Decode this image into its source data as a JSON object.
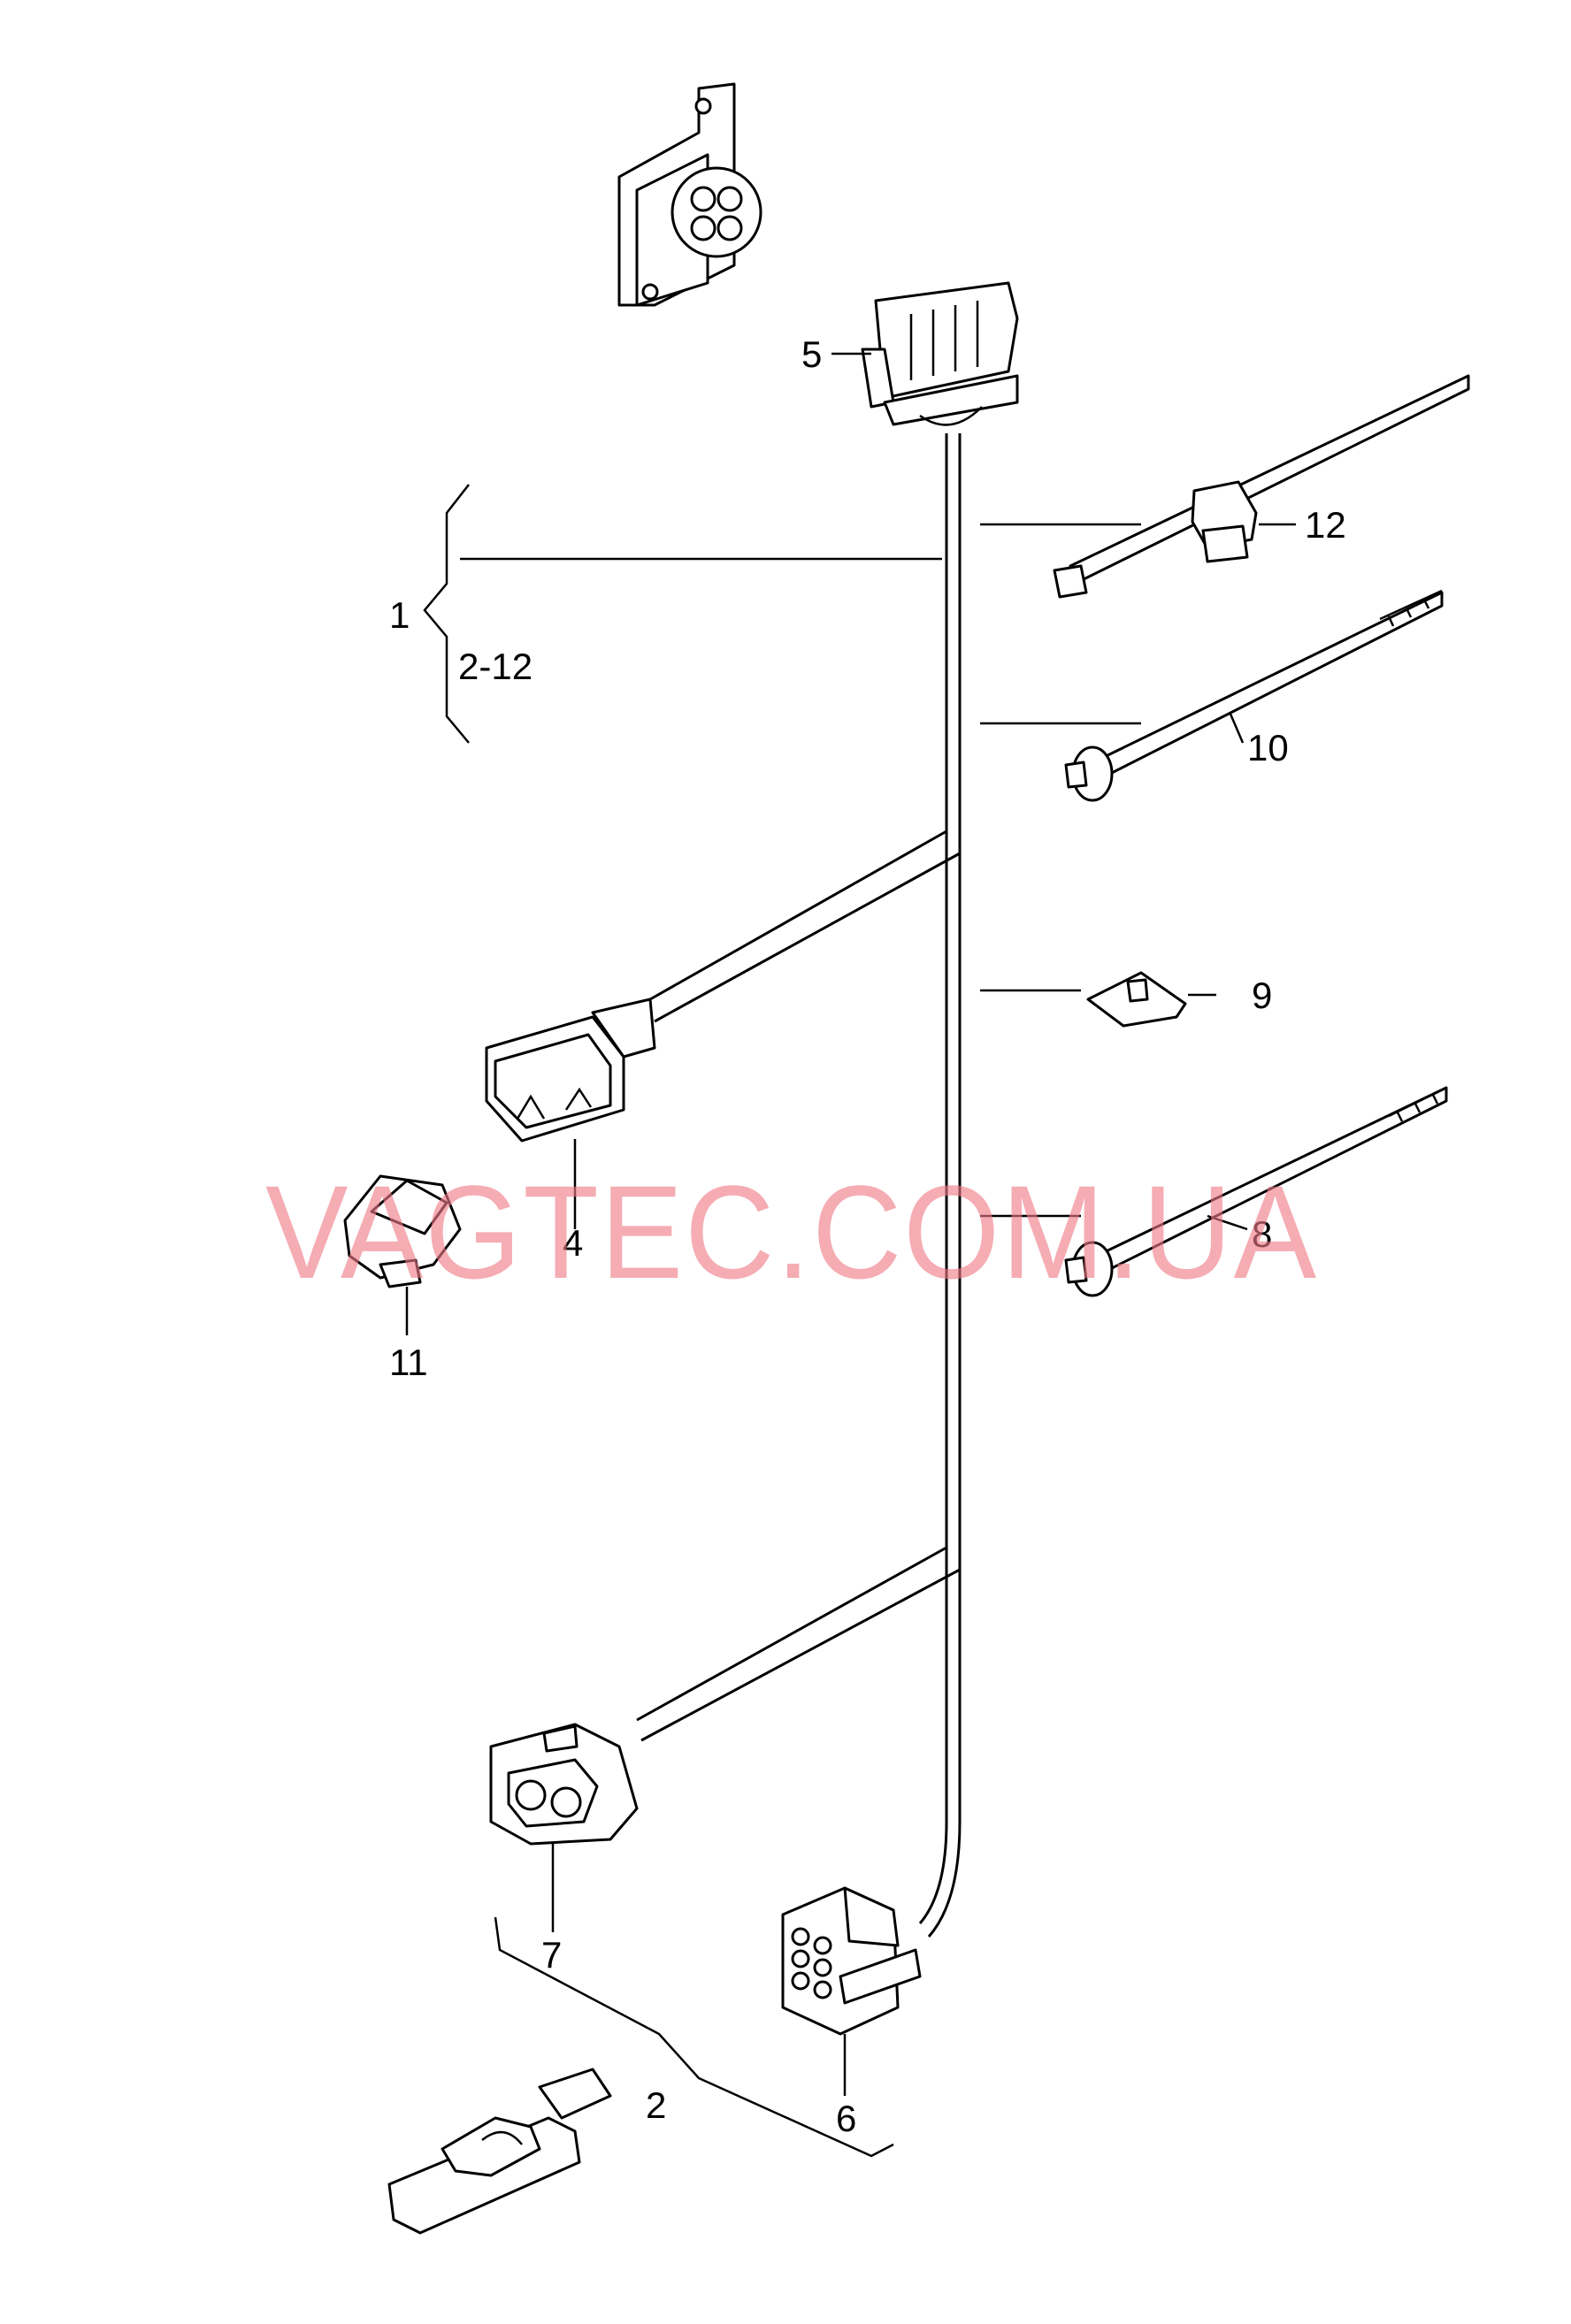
{
  "watermark": {
    "text": "VAGTEC.COM.UA",
    "color": "#f07a86"
  },
  "group": {
    "main_label": "1",
    "range_label": "2-12"
  },
  "callouts": {
    "c2": "2",
    "c4": "4",
    "c5": "5",
    "c6": "6",
    "c7": "7",
    "c8": "8",
    "c9": "9",
    "c10": "10",
    "c11": "11",
    "c12": "12"
  }
}
